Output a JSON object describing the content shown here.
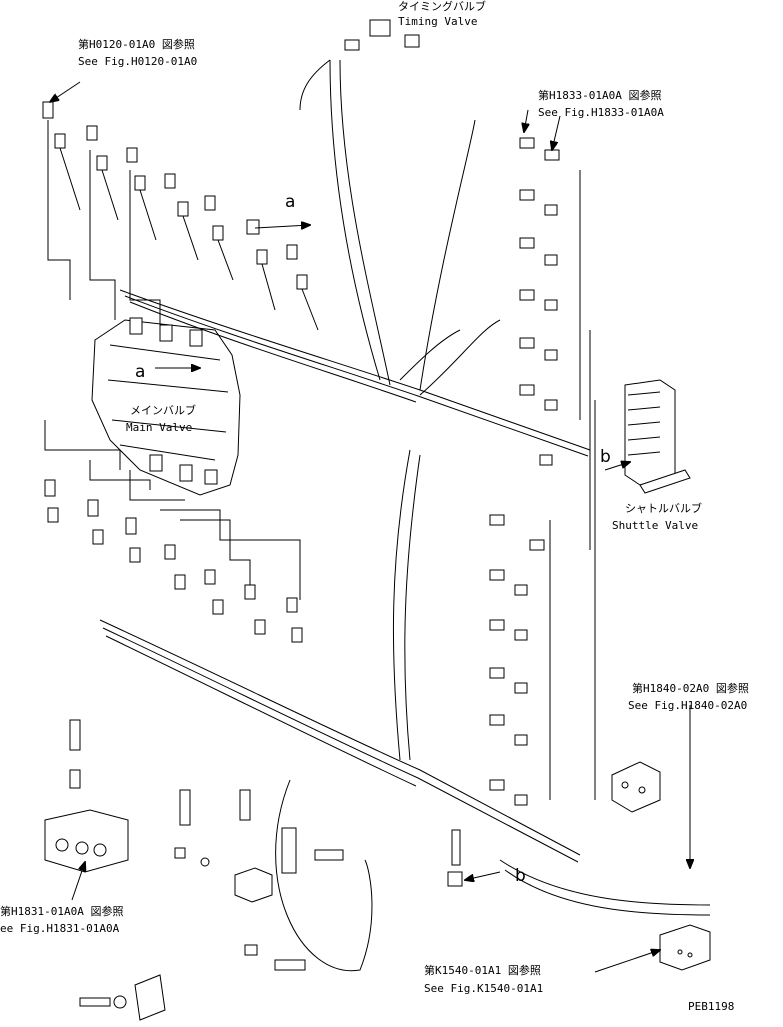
{
  "callouts": {
    "timing_jp": "タイミングバルブ",
    "timing_en": "Timing Valve",
    "h0120_jp": "第H0120-01A0 図参照",
    "h0120_en": "See Fig.H0120-01A0",
    "h1833_jp": "第H1833-01A0A 図参照",
    "h1833_en": "See Fig.H1833-01A0A",
    "main_jp": "メインバルブ",
    "main_en": "Main Valve",
    "shuttle_jp": "シャトルバルブ",
    "shuttle_en": "Shuttle Valve",
    "h1840_jp": "第H1840-02A0 図参照",
    "h1840_en": "See Fig.H1840-02A0",
    "h1831_jp": "第H1831-01A0A 図参照",
    "h1831_en": "ee Fig.H1831-01A0A",
    "k1540_jp": "第K1540-01A1 図参照",
    "k1540_en": "See Fig.K1540-01A1"
  },
  "markers": {
    "a_upper": "a",
    "a_lower": "a",
    "b_right": "b",
    "b_bottom": "b"
  },
  "drawing_code": "PEB1198",
  "icons": {
    "arrow": "leader-arrow-icon",
    "fitting": "hose-fitting-icon"
  }
}
